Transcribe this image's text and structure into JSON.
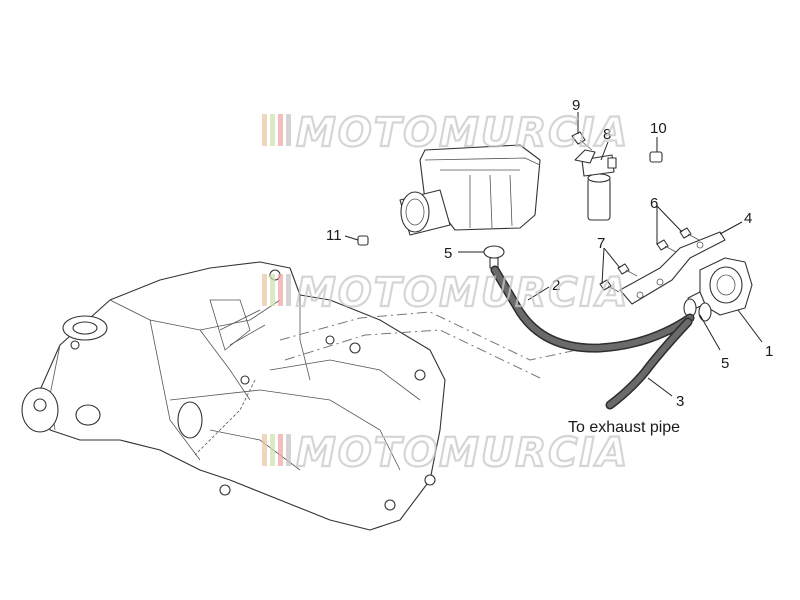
{
  "watermark": {
    "text": "MOTOMURCIA",
    "stripe_colors": [
      "#e9c7a6",
      "#cfe3b0",
      "#f2a7a7",
      "#c6c6c6"
    ]
  },
  "callouts": {
    "c1": "1",
    "c2": "2",
    "c3": "3",
    "c4": "4",
    "c5a": "5",
    "c5b": "5",
    "c6": "6",
    "c7": "7",
    "c8": "8",
    "c9": "9",
    "c10": "10",
    "c11": "11"
  },
  "notes": {
    "exhaust": "To exhaust pipe"
  }
}
